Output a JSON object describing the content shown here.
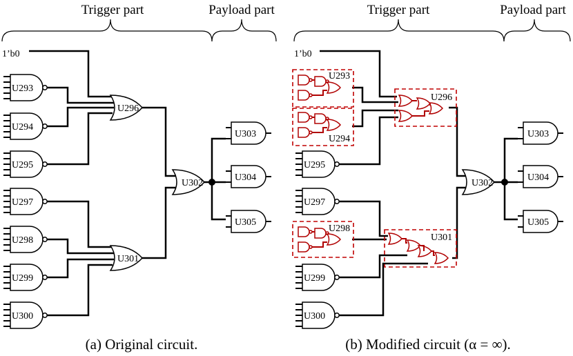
{
  "headers": {
    "trigger": "Trigger part",
    "payload": "Payload part"
  },
  "const_input": "1’b0",
  "captions": {
    "a": "(a) Original circuit.",
    "b": "(b) Modified circuit (α = ∞)."
  },
  "gates": {
    "u293": "U293",
    "u294": "U294",
    "u295": "U295",
    "u296": "U296",
    "u297": "U297",
    "u298": "U298",
    "u299": "U299",
    "u300": "U300",
    "u301": "U301",
    "u302": "U302",
    "u303": "U303",
    "u304": "U304",
    "u305": "U305"
  },
  "colors": {
    "wire": "#000000",
    "highlight": "#c00000"
  }
}
